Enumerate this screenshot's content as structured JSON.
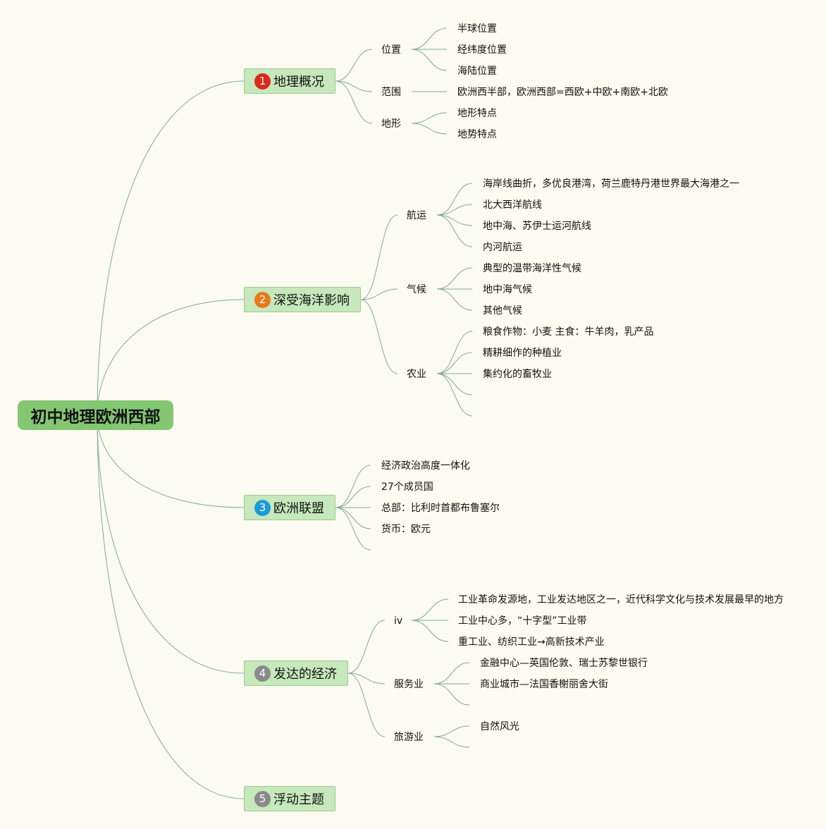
{
  "root": {
    "label": "初中地理欧洲西部"
  },
  "topics": [
    {
      "num": "1",
      "badge_color": "#d92a1c",
      "label": "地理概况",
      "subtopics": [
        {
          "label": "位置",
          "items": [
            "半球位置",
            "经纬度位置",
            "海陆位置"
          ]
        },
        {
          "label": "范围",
          "items": [
            "欧洲西半部，欧洲西部=西欧+中欧+南欧+北欧"
          ]
        },
        {
          "label": "地形",
          "items": [
            "地形特点",
            "地势特点"
          ]
        }
      ]
    },
    {
      "num": "2",
      "badge_color": "#e87a1c",
      "label": "深受海洋影响",
      "subtopics": [
        {
          "label": "航运",
          "items": [
            "海岸线曲折，多优良港湾，荷兰鹿特丹港世界最大海港之一",
            "北大西洋航线",
            "地中海、苏伊士运河航线",
            "内河航运"
          ]
        },
        {
          "label": "气候",
          "items": [
            "典型的温带海洋性气候",
            "地中海气候",
            "其他气候"
          ]
        },
        {
          "label": "农业",
          "items": [
            "粮食作物：小麦 主食：牛羊肉，乳产品",
            "精耕细作的种植业",
            "集约化的畜牧业",
            "",
            ""
          ]
        }
      ]
    },
    {
      "num": "3",
      "badge_color": "#1e9ad8",
      "label": "欧洲联盟",
      "items": [
        "经济政治高度一体化",
        "27个成员国",
        "总部：比利时首都布鲁塞尔",
        "货币：欧元",
        ""
      ]
    },
    {
      "num": "4",
      "badge_color": "#8a8a8a",
      "label": "发达的经济",
      "subtopics": [
        {
          "label": "iv",
          "items": [
            "工业革命发源地，工业发达地区之一，近代科学文化与技术发展最早的地方",
            "工业中心多，“十字型”工业带",
            "重工业、纺织工业→高新技术产业"
          ]
        },
        {
          "label": "服务业",
          "items": [
            "金融中心—英国伦敦、瑞士苏黎世银行",
            "商业城市—法国香榭丽舍大街",
            ""
          ]
        },
        {
          "label": "旅游业",
          "items": [
            "自然风光",
            ""
          ]
        }
      ]
    },
    {
      "num": "5",
      "badge_color": "#8a8a8a",
      "label": "浮动主题"
    }
  ],
  "colors": {
    "background": "#fcfbf1",
    "root": "#84c672",
    "topic": "#c6e8bc",
    "line": "#7fa99a"
  }
}
